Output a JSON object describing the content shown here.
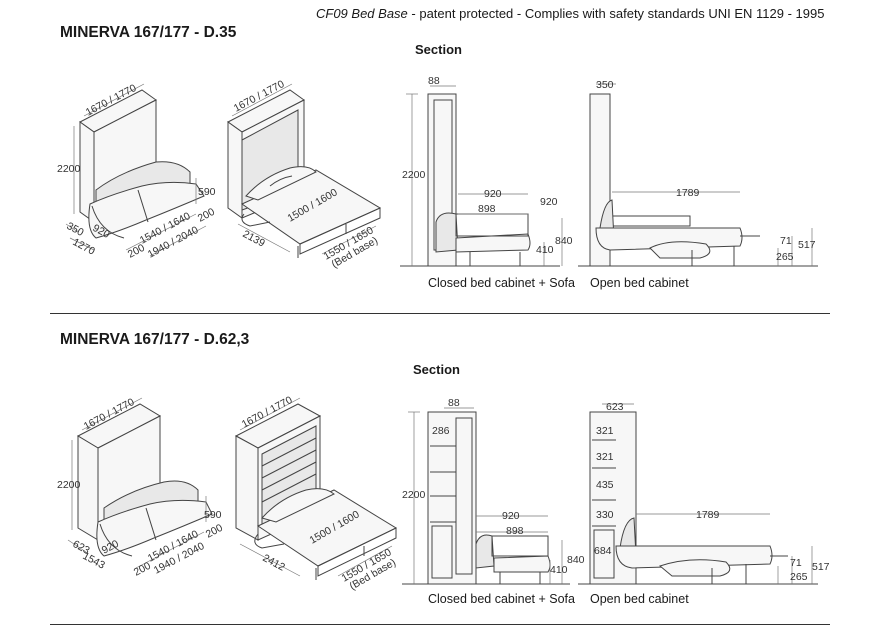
{
  "header": {
    "product_code": "CF09 Bed Base",
    "note": " - patent protected - Complies with safety standards UNI EN 1129 - 1995"
  },
  "model1": {
    "title": "MINERVA 167/177 - D.35",
    "section_label": "Section",
    "caption_closed": "Closed bed cabinet + Sofa",
    "caption_open": "Open bed cabinet",
    "iso1": {
      "width": "1670 / 1770",
      "height": "2200",
      "depth": "350",
      "depth_open": "1270",
      "seat": "590",
      "w1": "1540 / 1640",
      "w2": "1940 / 2040",
      "s200a": "200",
      "s200b": "200",
      "s920": "920"
    },
    "iso2": {
      "width": "1670 / 1770",
      "bed": "1500 / 1600",
      "length": "2139",
      "base1": "1550 / 1650",
      "base2": "(Bed base)"
    },
    "sec_closed": {
      "top": "88",
      "height": "2200",
      "d920a": "920",
      "d898": "898",
      "d920b": "920",
      "d840": "840",
      "d410": "410"
    },
    "sec_open": {
      "top": "350",
      "d1789": "1789",
      "d71": "71",
      "d517": "517",
      "d265": "265"
    }
  },
  "model2": {
    "title": "MINERVA 167/177 - D.62,3",
    "section_label": "Section",
    "caption_closed": "Closed bed cabinet + Sofa",
    "caption_open": "Open bed cabinet",
    "iso1": {
      "width": "1670 / 1770",
      "height": "2200",
      "depth": "623",
      "depth_open": "1543",
      "seat": "590",
      "w1": "1540 / 1640",
      "w2": "1940 / 2040",
      "s200a": "200",
      "s200b": "200",
      "s920": "920"
    },
    "iso2": {
      "width": "1670 / 1770",
      "bed": "1500 / 1600",
      "length": "2412",
      "base1": "1550 / 1650",
      "base2": "(Bed base)"
    },
    "sec_closed": {
      "top": "88",
      "s286": "286",
      "height": "2200",
      "d920a": "920",
      "d898": "898",
      "d840": "840",
      "d410": "410"
    },
    "sec_open": {
      "top": "623",
      "s321a": "321",
      "s321b": "321",
      "s435": "435",
      "s330": "330",
      "s684": "684",
      "d1789": "1789",
      "d71": "71",
      "d517": "517",
      "d265": "265"
    }
  }
}
